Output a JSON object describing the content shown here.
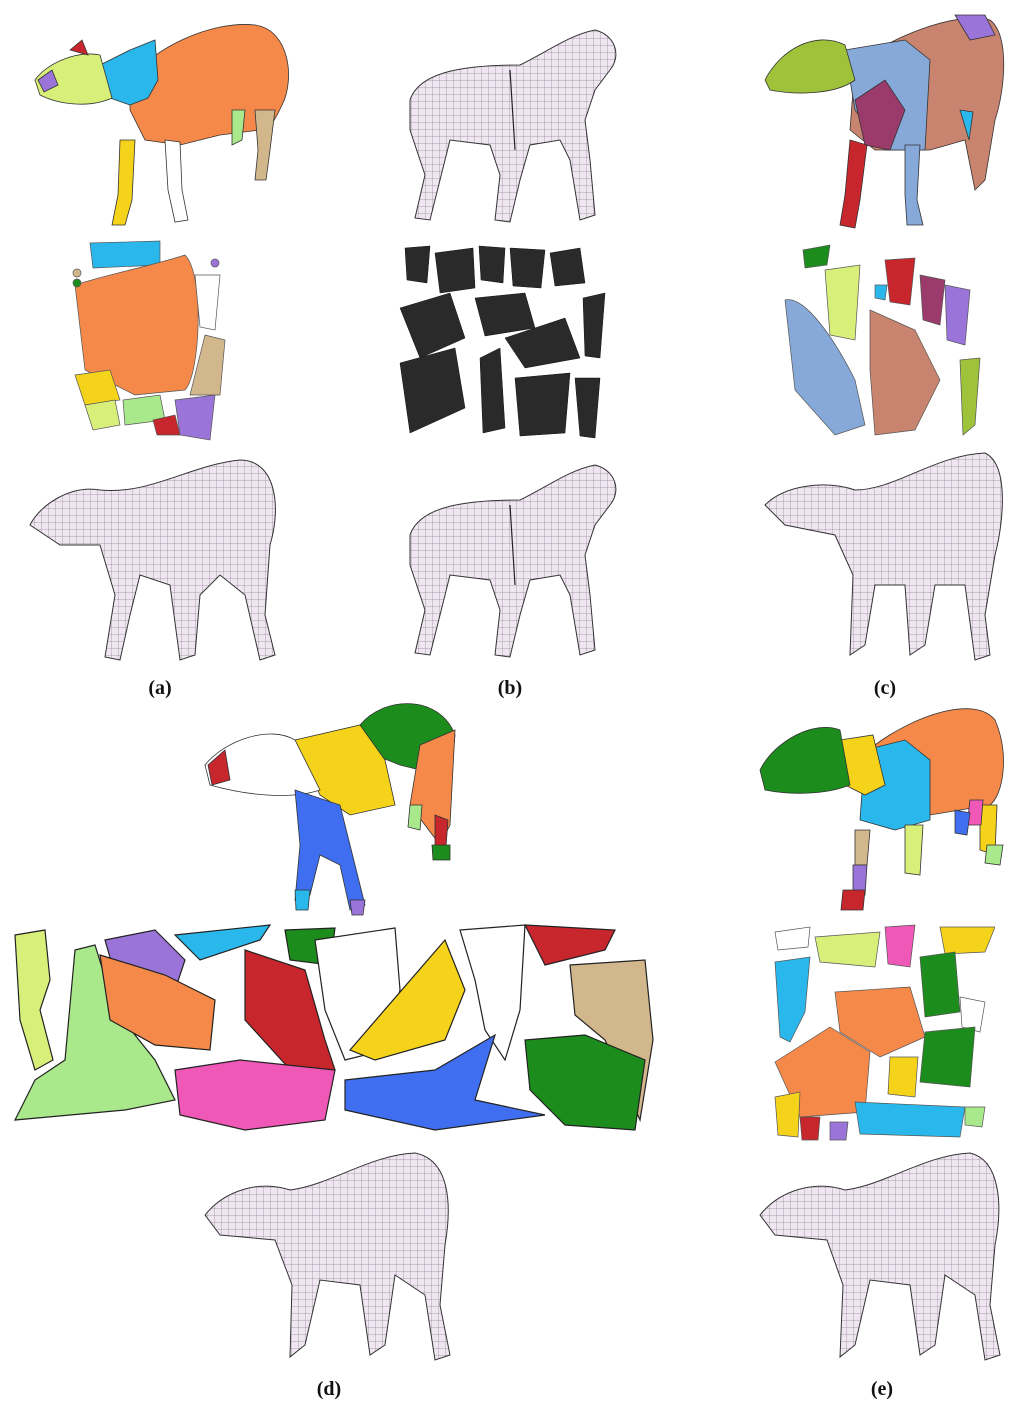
{
  "captions": {
    "a": "(a)",
    "b": "(b)",
    "c": "(c)",
    "d": "(d)",
    "e": "(e)"
  },
  "colors": {
    "mesh_fill": "#efe6f2",
    "mesh_line": "#6a5c6c",
    "seam": "#222222",
    "orange": "#f4894a",
    "cyan": "#2ab8ec",
    "yellow": "#f6d31b",
    "lime": "#d8f07a",
    "light_green": "#a9e98c",
    "green": "#1c8c1c",
    "red": "#c6262c",
    "purple": "#9b74d9",
    "pink": "#ef58b7",
    "tan": "#d2b78c",
    "blue": "#3f6ff0",
    "white": "#ffffff",
    "dark_chart": "#2a2a2a",
    "steel_blue": "#86a9d9",
    "rose_brown": "#c9846f",
    "magenta_dark": "#9b3b6b",
    "olive": "#9ec23a"
  }
}
